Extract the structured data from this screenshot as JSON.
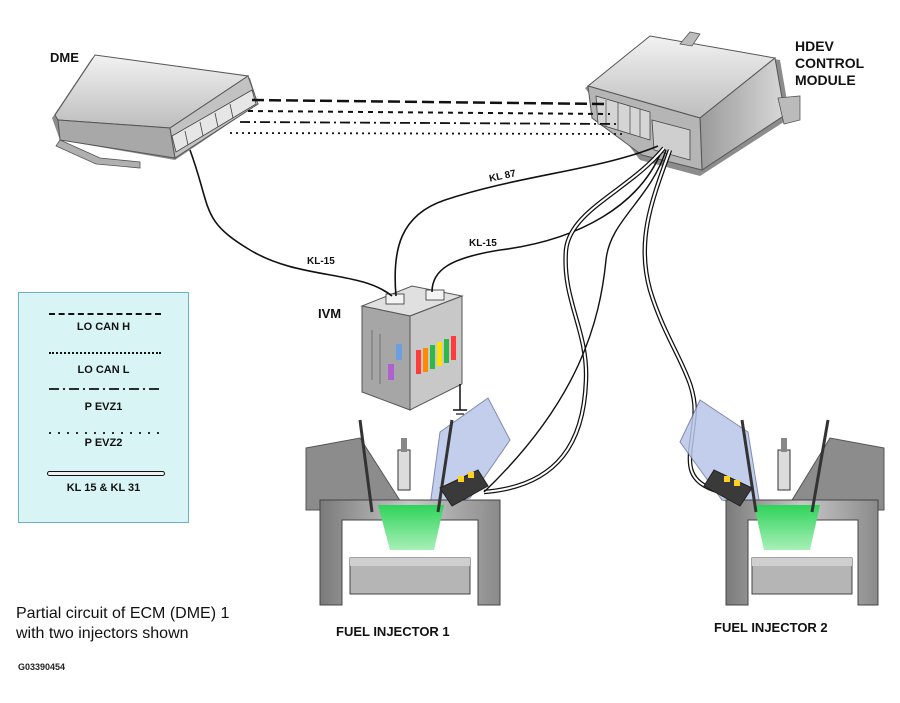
{
  "components": {
    "dme": "DME",
    "hdev_line1": "HDEV",
    "hdev_line2": "CONTROL",
    "hdev_line3": "MODULE",
    "ivm": "IVM",
    "injector1": "FUEL INJECTOR 1",
    "injector2": "FUEL INJECTOR 2"
  },
  "wires": {
    "kl15_left": "KL-15",
    "kl87": "KL 87",
    "kl15_right": "KL-15"
  },
  "legend": {
    "items": [
      {
        "label": "LO CAN H",
        "style": "long-dash"
      },
      {
        "label": "LO CAN L",
        "style": "short-dash"
      },
      {
        "label": "P EVZ1",
        "style": "dash-dot"
      },
      {
        "label": "P EVZ2",
        "style": "dot"
      },
      {
        "label": "KL 15 & KL 31",
        "style": "double"
      }
    ]
  },
  "caption": {
    "line1": "Partial circuit of ECM (DME) 1",
    "line2": "with two injectors shown"
  },
  "figure_id": "G03390454",
  "colors": {
    "legend_bg": "#d9f4f4",
    "legend_border": "#6bb0c4",
    "combustion_green": "#55e07a",
    "intake_blue": "#b8c6e8"
  }
}
